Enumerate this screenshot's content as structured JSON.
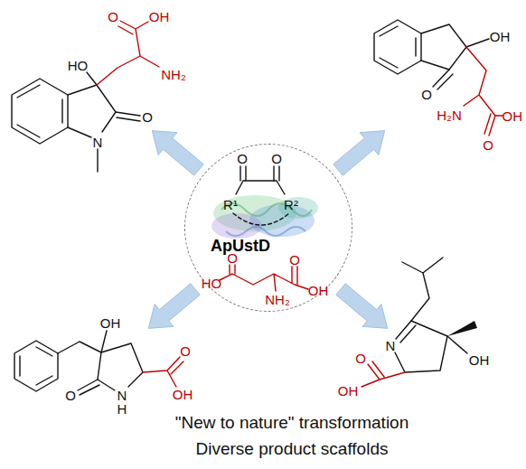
{
  "diagram": {
    "nodes": [
      {
        "text": [
          "ApUstD"
        ]
      }
    ],
    "labels": [
      "O",
      "OH",
      "HO",
      "NH₂",
      "N",
      "O",
      "O",
      "OH",
      "H₂N",
      "O",
      "OH",
      "O",
      "O",
      "R¹",
      "R²",
      "HO",
      "O",
      "O",
      "OH",
      "NH₂",
      "OH",
      "O",
      "N",
      "H",
      "O",
      "OH",
      "N",
      "OH",
      "O",
      "OH",
      "\"New to nature\" transformation",
      "Diverse product scaffolds"
    ]
  }
}
